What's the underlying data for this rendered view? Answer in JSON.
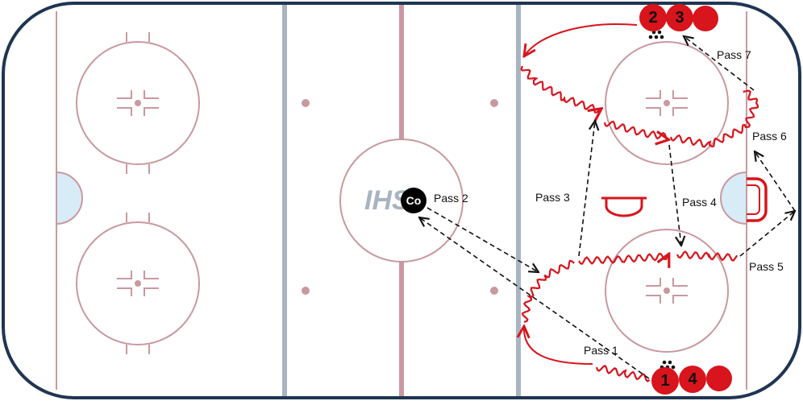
{
  "drill": {
    "logo_text": "IHS",
    "coach_label": "Co",
    "players": [
      "2",
      "3",
      "",
      "1",
      "4",
      ""
    ],
    "passes": [
      "Pass 1",
      "Pass 2",
      "Pass 3",
      "Pass 4",
      "Pass 5",
      "Pass 6",
      "Pass 7"
    ]
  },
  "colors": {
    "boards": "#1f3552",
    "rink_line": "#c9999f",
    "blue_line": "#a9b4c2",
    "crease": "#d7ecf6",
    "player": "#d8141c",
    "skate_path": "#d8141c",
    "pass_line": "#111111"
  }
}
